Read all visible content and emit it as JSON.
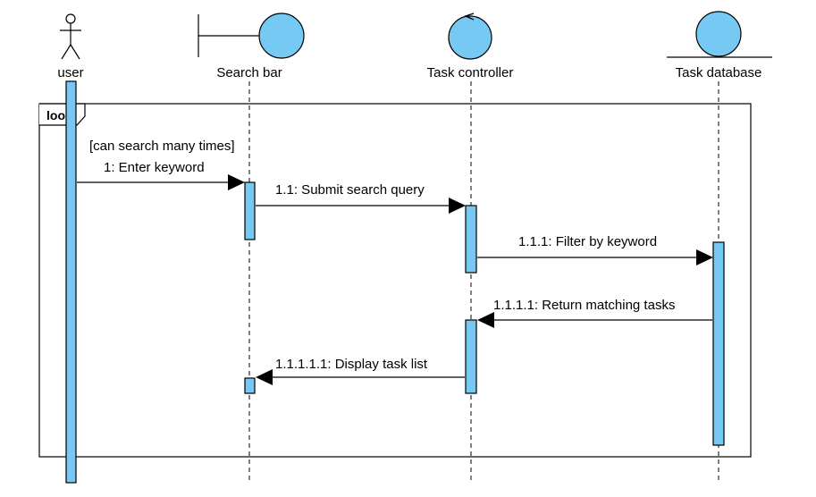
{
  "participants": [
    {
      "id": "user",
      "label": "user",
      "kind": "actor"
    },
    {
      "id": "search_bar",
      "label": "Search bar",
      "kind": "boundary"
    },
    {
      "id": "task_controller",
      "label": "Task controller",
      "kind": "control"
    },
    {
      "id": "task_database",
      "label": "Task database",
      "kind": "entity"
    }
  ],
  "fragment": {
    "operator": "loop",
    "guard": "[can search many times]"
  },
  "messages": [
    {
      "id": "m1",
      "label": "1: Enter keyword",
      "from": "user",
      "to": "search_bar",
      "type": "call"
    },
    {
      "id": "m2",
      "label": "1.1: Submit search query",
      "from": "search_bar",
      "to": "task_controller",
      "type": "call"
    },
    {
      "id": "m3",
      "label": "1.1.1: Filter by keyword",
      "from": "task_controller",
      "to": "task_database",
      "type": "call"
    },
    {
      "id": "m4",
      "label": "1.1.1.1: Return matching tasks",
      "from": "task_database",
      "to": "task_controller",
      "type": "call"
    },
    {
      "id": "m5",
      "label": "1.1.1.1.1: Display task list",
      "from": "task_controller",
      "to": "search_bar",
      "type": "call"
    }
  ],
  "colors": {
    "fill": "#76c9f2",
    "stroke": "#000000"
  }
}
